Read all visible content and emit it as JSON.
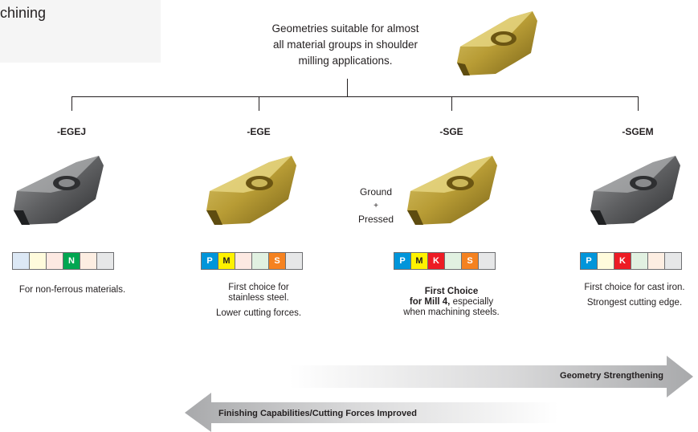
{
  "header": {
    "text": "chining"
  },
  "top": {
    "description_lines": [
      "Geometries suitable for almost",
      "all material groups in shoulder",
      "milling applications."
    ]
  },
  "geometries": [
    {
      "title": "-EGEJ",
      "insert_color": "gray",
      "materials": [
        {
          "letter": "",
          "color": "#dce8f5"
        },
        {
          "letter": "",
          "color": "#fffbdc"
        },
        {
          "letter": "",
          "color": "#fde9e2"
        },
        {
          "letter": "N",
          "color": "#00a651"
        },
        {
          "letter": "",
          "color": "#fdeee2"
        },
        {
          "letter": "",
          "color": "#e6e7e8"
        }
      ],
      "desc": [
        [
          "For non-ferrous materials."
        ]
      ]
    },
    {
      "title": "-EGE",
      "insert_color": "gold",
      "materials": [
        {
          "letter": "P",
          "color": "#0095da"
        },
        {
          "letter": "M",
          "color": "#fff200",
          "text_color": "#231f20"
        },
        {
          "letter": "",
          "color": "#fde9e2"
        },
        {
          "letter": "",
          "color": "#e1f1e1"
        },
        {
          "letter": "S",
          "color": "#f58220"
        },
        {
          "letter": "",
          "color": "#e6e7e8"
        }
      ],
      "desc": [
        [
          "First choice for",
          "stainless steel."
        ],
        [
          "Lower cutting forces."
        ]
      ]
    },
    {
      "title": "-SGE",
      "insert_color": "gold",
      "materials": [
        {
          "letter": "P",
          "color": "#0095da"
        },
        {
          "letter": "M",
          "color": "#fff200",
          "text_color": "#231f20"
        },
        {
          "letter": "K",
          "color": "#ed1c24"
        },
        {
          "letter": "",
          "color": "#e1f1e1"
        },
        {
          "letter": "S",
          "color": "#f58220"
        },
        {
          "letter": "",
          "color": "#e6e7e8"
        }
      ],
      "desc_bold_1": "First Choice",
      "desc_bold_2": "for Mill 4,",
      "desc_rest_2": " especially",
      "desc_line_3": "when machining steels.",
      "annotation_lines": [
        "Ground",
        "+",
        "Pressed"
      ]
    },
    {
      "title": "-SGEM",
      "insert_color": "gray",
      "materials": [
        {
          "letter": "P",
          "color": "#0095da"
        },
        {
          "letter": "",
          "color": "#fffbdc"
        },
        {
          "letter": "K",
          "color": "#ed1c24"
        },
        {
          "letter": "",
          "color": "#e1f1e1"
        },
        {
          "letter": "",
          "color": "#fdeee2"
        },
        {
          "letter": "",
          "color": "#e6e7e8"
        }
      ],
      "desc": [
        [
          "First choice for cast iron."
        ],
        [
          "Strongest cutting edge."
        ]
      ]
    }
  ],
  "arrows": {
    "right_label": "Geometry Strengthening",
    "left_label": "Finishing Capabilities/Cutting Forces Improved"
  }
}
